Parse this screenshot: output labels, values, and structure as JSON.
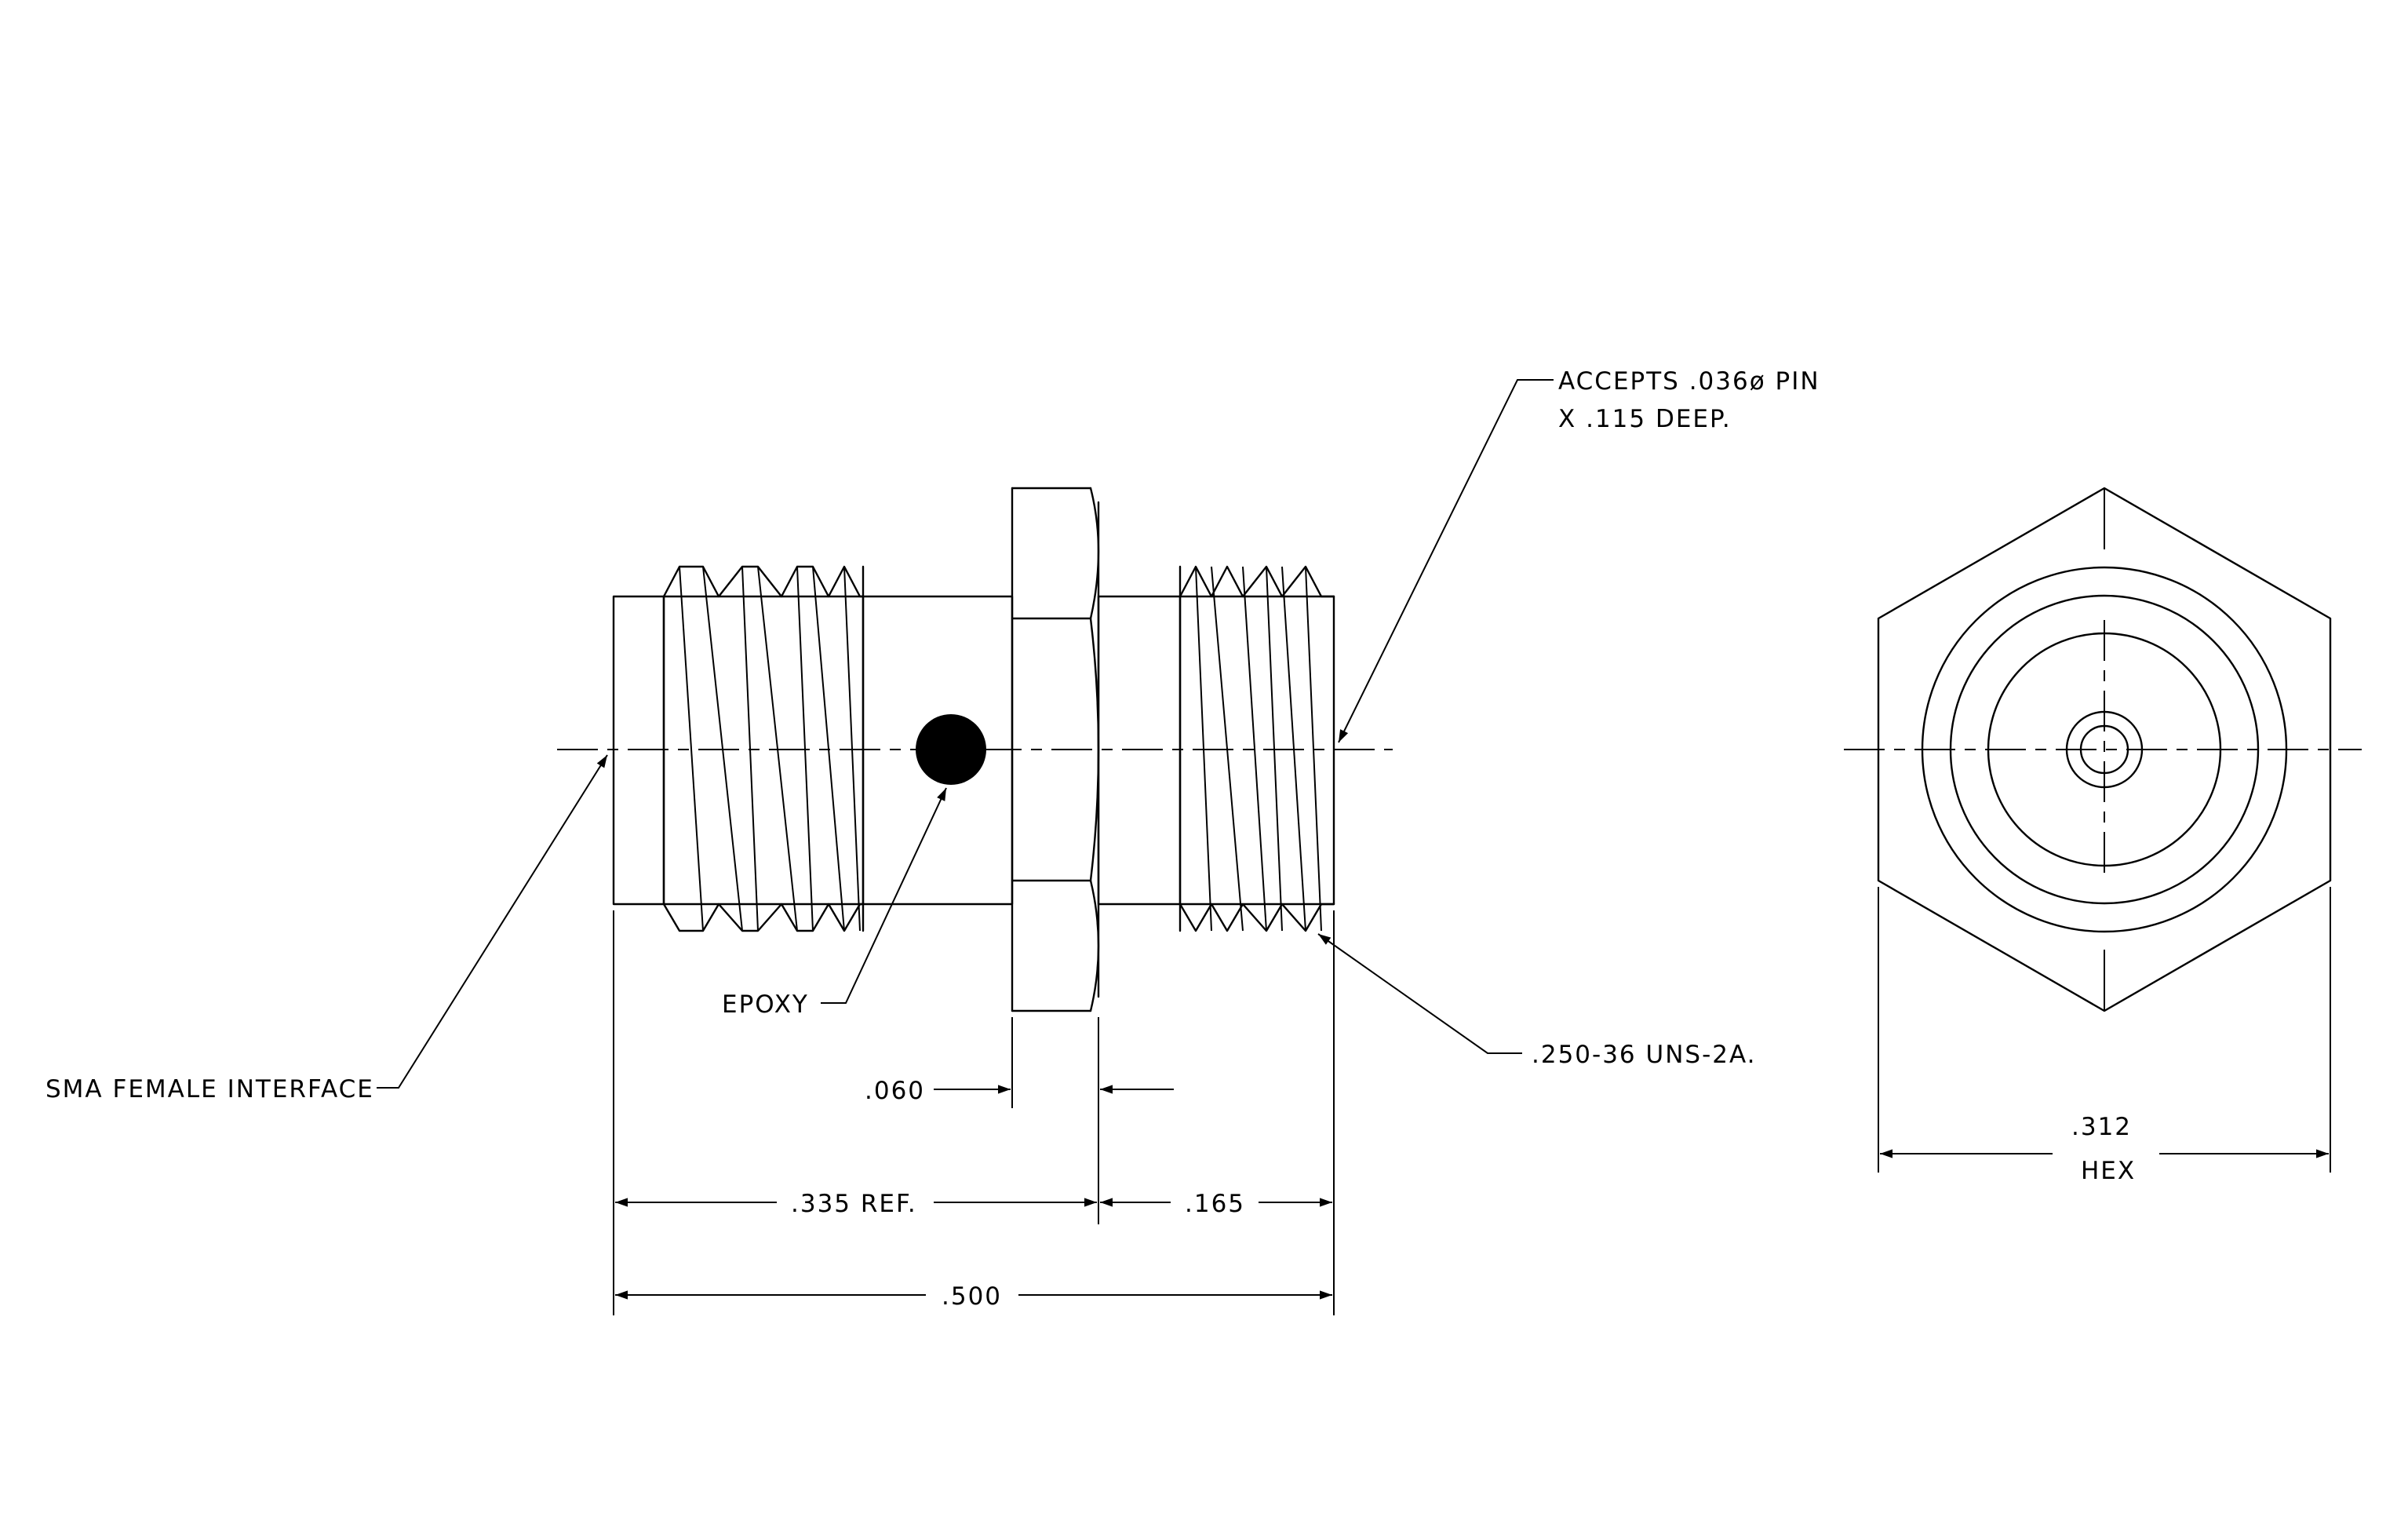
{
  "labels": {
    "accepts_line1": "ACCEPTS .036ø PIN",
    "accepts_line2": "X .115 DEEP.",
    "sma_interface": "SMA FEMALE INTERFACE",
    "epoxy": "EPOXY",
    "thread_spec": ".250-36 UNS-2A.",
    "hex_label": "HEX"
  },
  "dimensions": {
    "flange_thickness": ".060",
    "ref_length": ".335 REF.",
    "thread_length": ".165",
    "overall_length": ".500",
    "hex_size": ".312"
  }
}
